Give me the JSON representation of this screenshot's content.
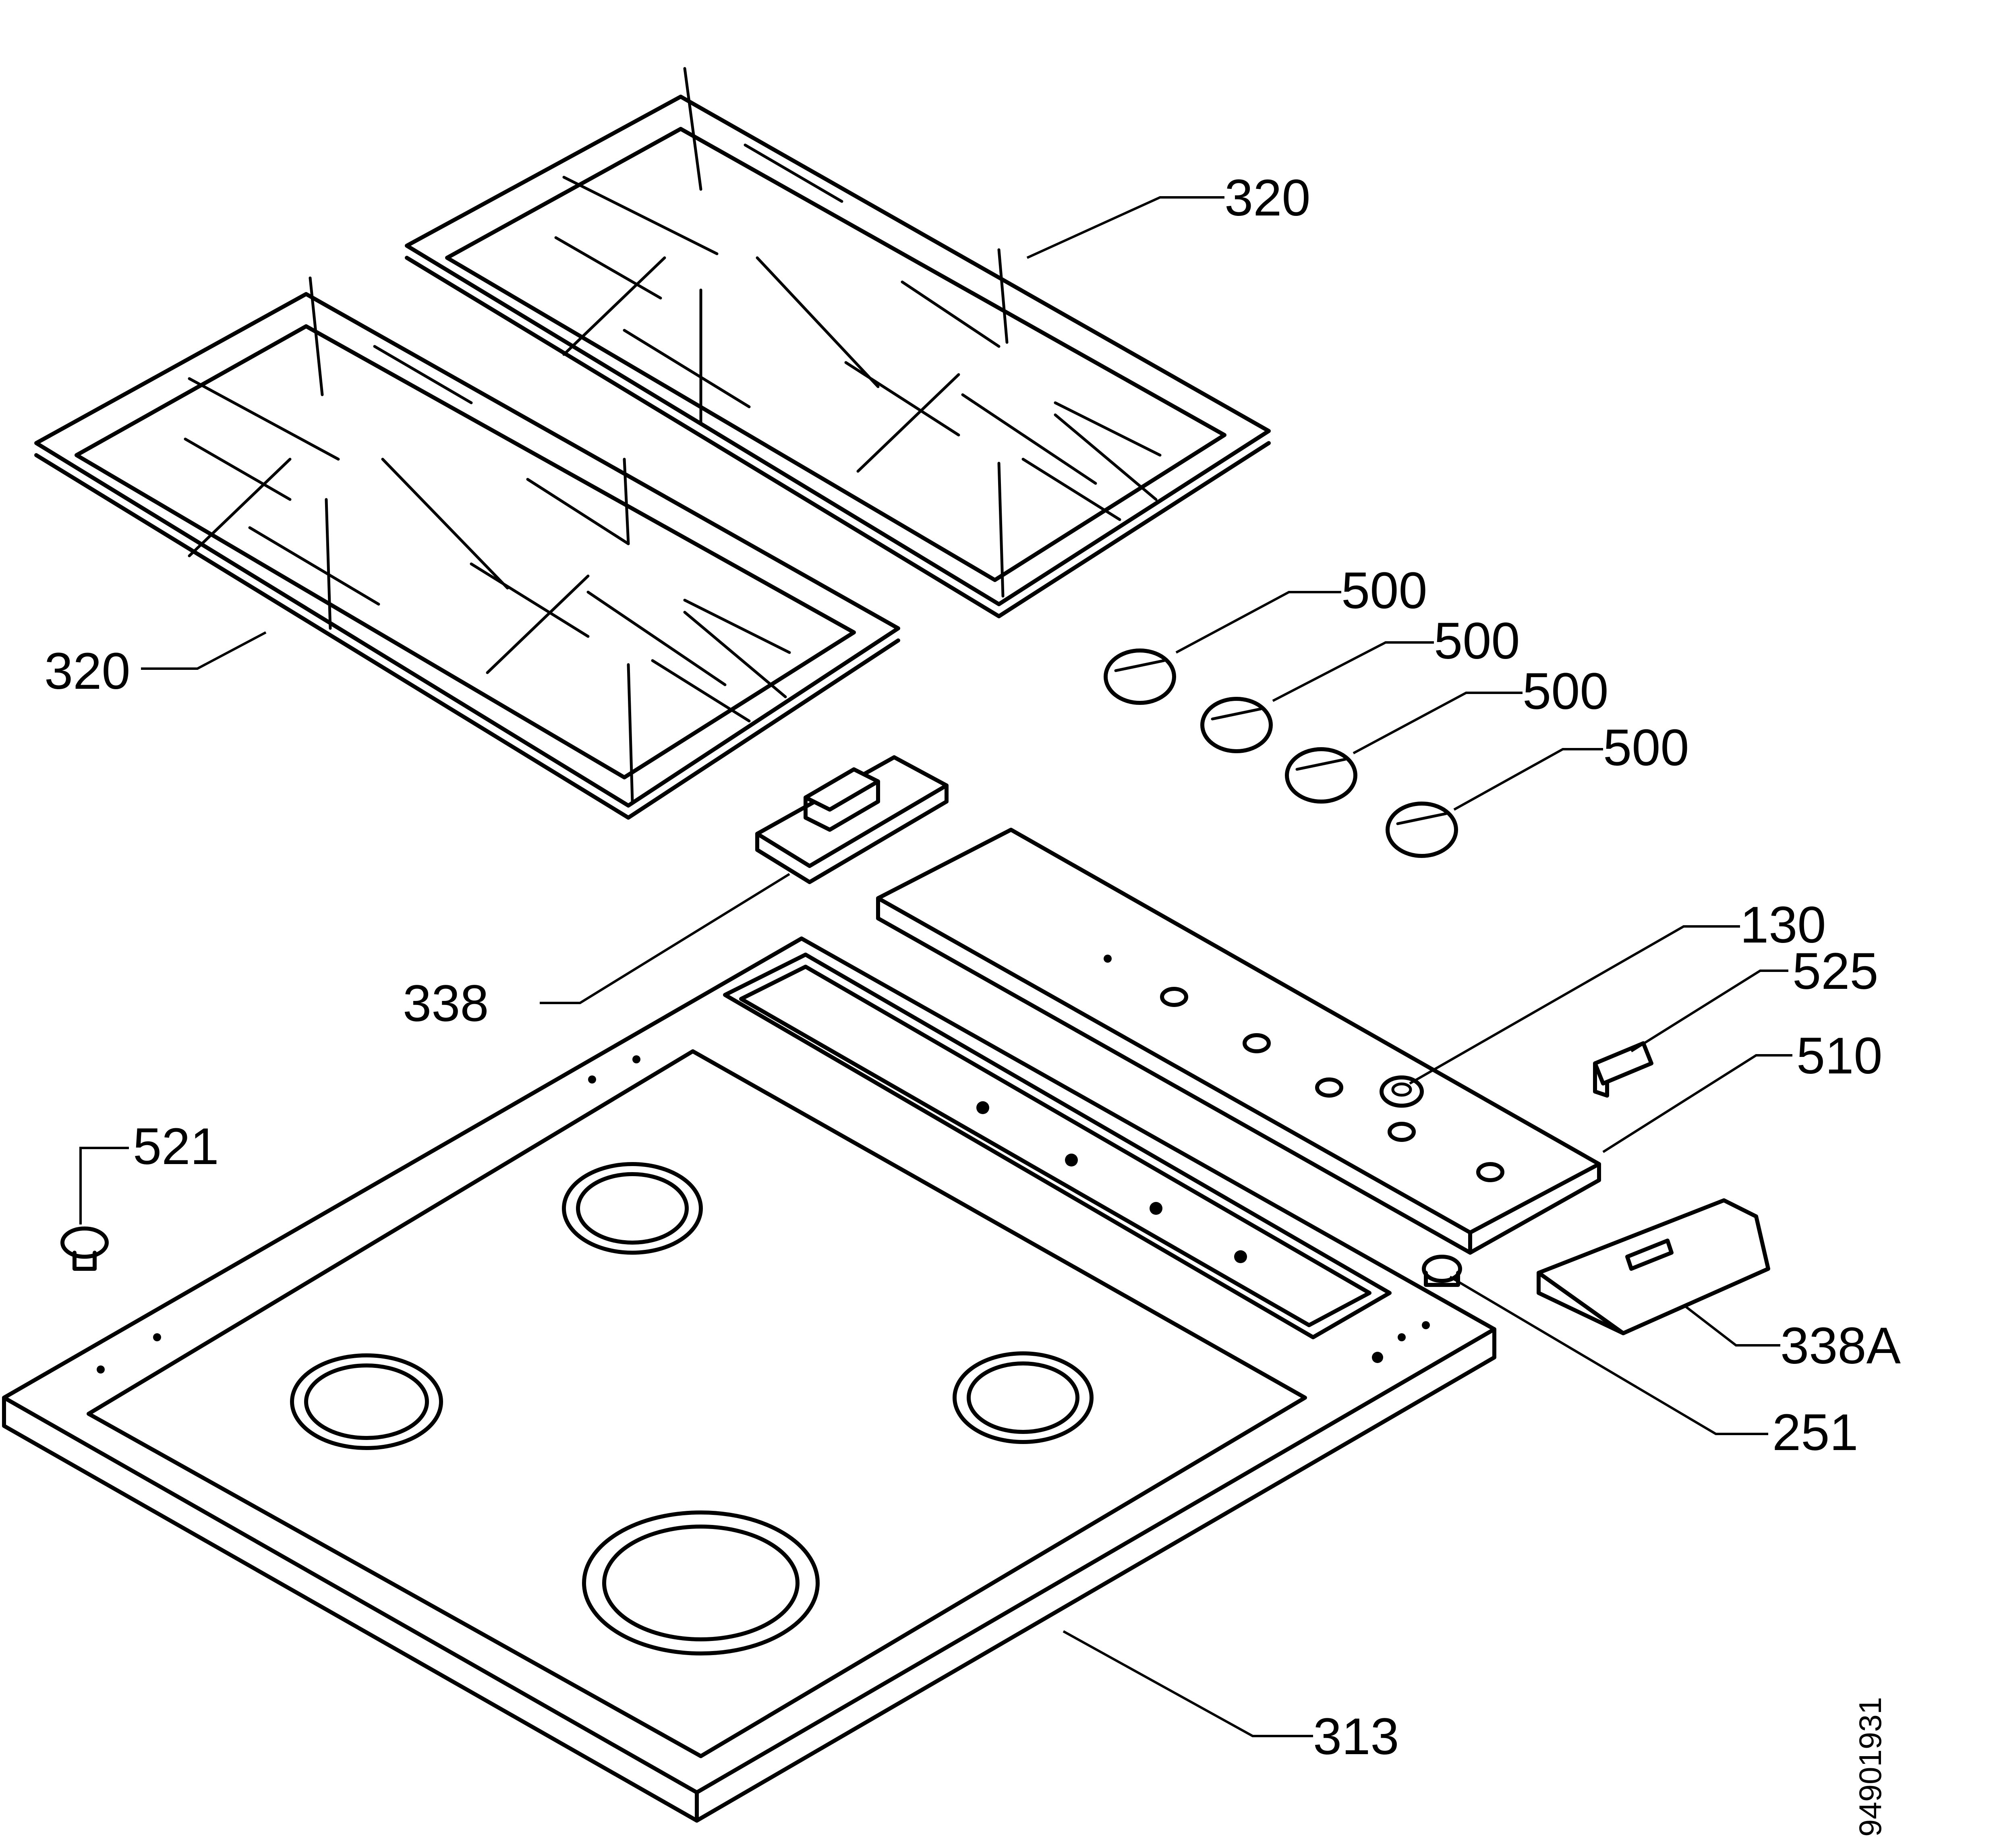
{
  "labels": {
    "grate_rear": "320",
    "grate_front": "320",
    "knob_1": "500",
    "knob_2": "500",
    "knob_3": "500",
    "knob_4": "500",
    "part_338": "338",
    "part_130": "130",
    "part_525": "525",
    "part_510": "510",
    "part_521": "521",
    "part_338a": "338A",
    "part_251": "251",
    "part_313": "313"
  },
  "document_number": "94901931"
}
